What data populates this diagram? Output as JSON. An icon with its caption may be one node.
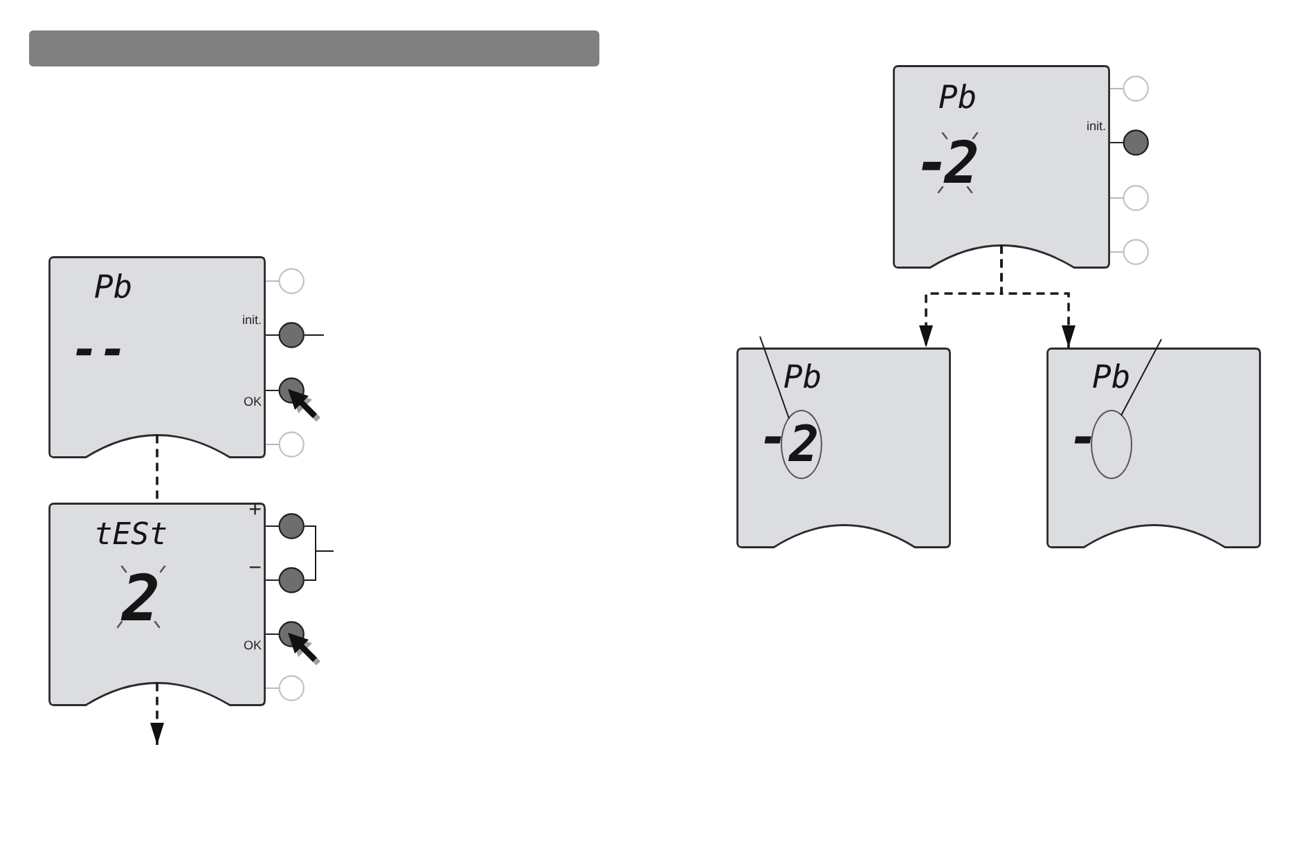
{
  "diagram": {
    "nodes": [
      {
        "text": [
          "Pb",
          "--"
        ]
      },
      {
        "text": [],
        "shape": "circle"
      },
      {
        "text": [],
        "shape": "circle"
      },
      {
        "text": [],
        "shape": "circle"
      },
      {
        "text": [],
        "shape": "circle"
      },
      {
        "text": [
          "tESt",
          "2"
        ]
      },
      {
        "text": [],
        "shape": "circle"
      },
      {
        "text": [],
        "shape": "circle"
      },
      {
        "text": [],
        "shape": "circle"
      },
      {
        "text": [],
        "shape": "circle"
      },
      {
        "text": [
          "Pb",
          "-2"
        ]
      },
      {
        "text": [],
        "shape": "circle"
      },
      {
        "text": [],
        "shape": "circle"
      },
      {
        "text": [],
        "shape": "circle"
      },
      {
        "text": [],
        "shape": "circle"
      },
      {
        "text": [
          "Pb",
          "-"
        ]
      },
      {
        "text": [
          "2"
        ],
        "in": 15
      },
      {
        "text": [
          "Pb",
          "-"
        ]
      },
      {
        "text": [],
        "shape": "ellipse",
        "in": 17
      }
    ],
    "edges": [
      {
        "from": 0,
        "to": 5,
        "arrow": "none",
        "style": "dashed"
      },
      {
        "from": 5,
        "to": null,
        "arrow": "to",
        "style": "dashed"
      },
      {
        "from": 10,
        "to": 15,
        "arrow": "to",
        "style": "dashed"
      },
      {
        "from": 10,
        "to": 17,
        "arrow": "to",
        "style": "dashed"
      },
      {
        "from": null,
        "to": 2,
        "arrow": "none"
      },
      {
        "from": null,
        "to": 6,
        "arrow": "none"
      },
      {
        "from": null,
        "to": 7,
        "arrow": "none"
      },
      {
        "from": null,
        "to": 16,
        "arrow": "none"
      },
      {
        "from": null,
        "to": 18,
        "arrow": "none"
      }
    ],
    "labels": [
      "init.",
      "OK",
      "+",
      "−",
      "OK",
      "init."
    ]
  }
}
